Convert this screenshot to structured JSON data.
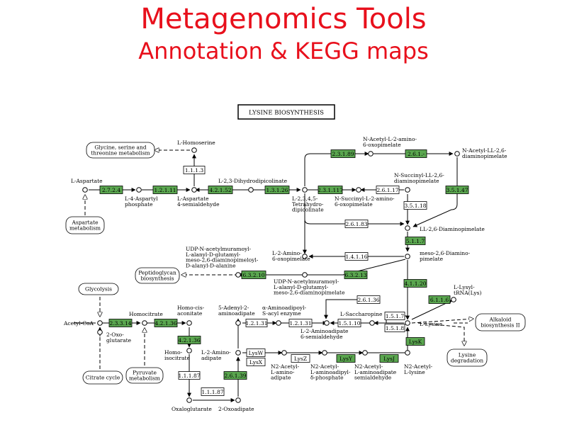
{
  "slide": {
    "title": "Metagenomics Tools",
    "subtitle": "Annotation & KEGG maps"
  },
  "map": {
    "title": "LYSINE  BIOSYNTHESIS",
    "colors": {
      "found": "#5aa64f",
      "not_found": "#ffffff",
      "line": "#000000",
      "title_accent": "#e8101c"
    },
    "enzymes": [
      {
        "id": "e1",
        "label": "2.7.2.4",
        "found": true
      },
      {
        "id": "e2",
        "label": "1.2.1.11",
        "found": true
      },
      {
        "id": "e3",
        "label": "1.1.1.3",
        "found": false
      },
      {
        "id": "e4",
        "label": "4.2.1.52",
        "found": true
      },
      {
        "id": "e5",
        "label": "1.3.1.26",
        "found": true
      },
      {
        "id": "e6",
        "label": "2.3.1.89",
        "found": true
      },
      {
        "id": "e7",
        "label": "2.6.1.-",
        "found": true
      },
      {
        "id": "e8",
        "label": "2.3.1.117",
        "found": true
      },
      {
        "id": "e9",
        "label": "2.6.1.17",
        "found": false
      },
      {
        "id": "e10",
        "label": "3.5.1.18",
        "found": false
      },
      {
        "id": "e11",
        "label": "3.5.1.47",
        "found": true
      },
      {
        "id": "e12",
        "label": "2.6.1.83",
        "found": false
      },
      {
        "id": "e13",
        "label": "5.1.1.7",
        "found": true
      },
      {
        "id": "e14",
        "label": "1.4.1.16",
        "found": false
      },
      {
        "id": "e15",
        "label": "6.3.2.10",
        "found": true
      },
      {
        "id": "e16",
        "label": "6.3.2.13",
        "found": true
      },
      {
        "id": "e17",
        "label": "4.1.1.20",
        "found": true
      },
      {
        "id": "e18",
        "label": "6.1.1.6",
        "found": true
      },
      {
        "id": "e19",
        "label": "2.6.1.36",
        "found": false
      },
      {
        "id": "e20",
        "label": "1.5.1.7",
        "found": false
      },
      {
        "id": "e21",
        "label": "1.5.1.10",
        "found": false
      },
      {
        "id": "e22",
        "label": "1.5.1.8",
        "found": false
      },
      {
        "id": "e23",
        "label": "1.2.1.31",
        "found": false
      },
      {
        "id": "e24",
        "label": "1.2.1.31",
        "found": false
      },
      {
        "id": "e25",
        "label": "LysK",
        "found": true
      },
      {
        "id": "e26",
        "label": "2.3.3.14",
        "found": true
      },
      {
        "id": "e27",
        "label": "4.2.1.36",
        "found": true
      },
      {
        "id": "e28",
        "label": "4.2.1.36",
        "found": true
      },
      {
        "id": "e29",
        "label": "1.1.1.87",
        "found": false
      },
      {
        "id": "e30",
        "label": "1.1.1.87",
        "found": false
      },
      {
        "id": "e31",
        "label": "2.6.1.39",
        "found": true
      },
      {
        "id": "e32",
        "label": "LysW",
        "found": false
      },
      {
        "id": "e33",
        "label": "LysX",
        "found": false
      },
      {
        "id": "e34",
        "label": "LysZ",
        "found": false
      },
      {
        "id": "e35",
        "label": "LysY",
        "found": true
      },
      {
        "id": "e36",
        "label": "LysJ",
        "found": true
      }
    ],
    "pathways": [
      {
        "id": "p1",
        "lines": [
          "Glycine, serine and",
          "threonine metabolism"
        ]
      },
      {
        "id": "p2",
        "lines": [
          "Aspartate",
          "metabolism"
        ]
      },
      {
        "id": "p3",
        "lines": [
          "Peptidoglycan",
          "biosynthesis"
        ]
      },
      {
        "id": "p4",
        "lines": [
          "Glycolysis"
        ]
      },
      {
        "id": "p5",
        "lines": [
          "Citrate cycle"
        ]
      },
      {
        "id": "p6",
        "lines": [
          "Pyruvate",
          "metabolism"
        ]
      },
      {
        "id": "p7",
        "lines": [
          "Alkaloid",
          "biosynthesis II"
        ]
      },
      {
        "id": "p8",
        "lines": [
          "Lysine",
          "degradation"
        ]
      }
    ],
    "compounds": [
      {
        "id": "c1",
        "lines": [
          "L-Aspartate"
        ]
      },
      {
        "id": "c2",
        "lines": [
          "L-4-Aspartyl",
          "phosphate"
        ]
      },
      {
        "id": "c3",
        "lines": [
          "L-Aspartate",
          "4-semialdehyde"
        ]
      },
      {
        "id": "c4",
        "lines": [
          "L-Homoserine"
        ]
      },
      {
        "id": "c5",
        "lines": [
          "L-2,3-Dihydrodipicolinate"
        ]
      },
      {
        "id": "c6",
        "lines": [
          "L-2,3,4,5-",
          "Tetrahydro-",
          "dipicolinate"
        ]
      },
      {
        "id": "c7",
        "lines": [
          "N-Acetyl-L-2-amino-",
          "6-oxopimelate"
        ]
      },
      {
        "id": "c8",
        "lines": [
          "N-Acetyl-LL-2,6-",
          "diaminopimelate"
        ]
      },
      {
        "id": "c9",
        "lines": [
          "N-Succinyl-LL-2,6-",
          "diaminopimelate"
        ]
      },
      {
        "id": "c10",
        "lines": [
          "N-Succinyl-L-2-amino-",
          "6-oxopimelate"
        ]
      },
      {
        "id": "c11",
        "lines": [
          "LL-2,6-Diaminopimelate"
        ]
      },
      {
        "id": "c12",
        "lines": [
          "L-2-Amino-",
          "6-oxopimelate"
        ]
      },
      {
        "id": "c13",
        "lines": [
          "meso-2,6-Diamino-",
          "pimelate"
        ]
      },
      {
        "id": "c14",
        "lines": [
          "UDP-N-acetylmuramoyl-",
          "L-alanyl-D-glutamyl-",
          "meso-2,6-diaminopimeloyl-",
          "D-alanyl-D-alanine"
        ]
      },
      {
        "id": "c15",
        "lines": [
          "UDP-N-acetylmuramoyl-",
          "L-alanyl-D-glutamyl-",
          "meso-2,6-diaminopimelate"
        ]
      },
      {
        "id": "c16",
        "lines": [
          "L-Lysyl-",
          "tRNA(Lys)"
        ]
      },
      {
        "id": "c17",
        "lines": [
          "L-Lysine"
        ]
      },
      {
        "id": "c18",
        "lines": [
          "L-Saccharopine"
        ]
      },
      {
        "id": "c19",
        "lines": [
          "L-2-Aminoadipate",
          "6-semialdehyde"
        ]
      },
      {
        "id": "c20",
        "lines": [
          "α-Aminoadipoyl-",
          "S-acyl enzyme"
        ]
      },
      {
        "id": "c21",
        "lines": [
          "5-Adenyl-2-",
          "aminoadipate"
        ]
      },
      {
        "id": "c22",
        "lines": [
          "Homo-cis-",
          "aconitate"
        ]
      },
      {
        "id": "c23",
        "lines": [
          "Homocitrate"
        ]
      },
      {
        "id": "c24",
        "lines": [
          "Acetyl-CoA"
        ]
      },
      {
        "id": "c25",
        "lines": [
          "2-Oxo-",
          "glutarate"
        ]
      },
      {
        "id": "c26",
        "lines": [
          "Homo-",
          "isocitrate"
        ]
      },
      {
        "id": "c27",
        "lines": [
          "L-2-Amino-",
          "adipate"
        ]
      },
      {
        "id": "c28",
        "lines": [
          "Oxaloglutarate"
        ]
      },
      {
        "id": "c29",
        "lines": [
          "2-Oxoadipate"
        ]
      },
      {
        "id": "c30",
        "lines": [
          "N2-Acetyl-",
          "L-amino-",
          "adipate"
        ]
      },
      {
        "id": "c31",
        "lines": [
          "N2-Acetyl-",
          "L-aminoadipyl-",
          "δ-phosphate"
        ]
      },
      {
        "id": "c32",
        "lines": [
          "N2-Acetyl-",
          "L-aminoadipate",
          "semialdehyde"
        ]
      },
      {
        "id": "c33",
        "lines": [
          "N2-Acetyl-",
          "L-lysine"
        ]
      }
    ]
  }
}
